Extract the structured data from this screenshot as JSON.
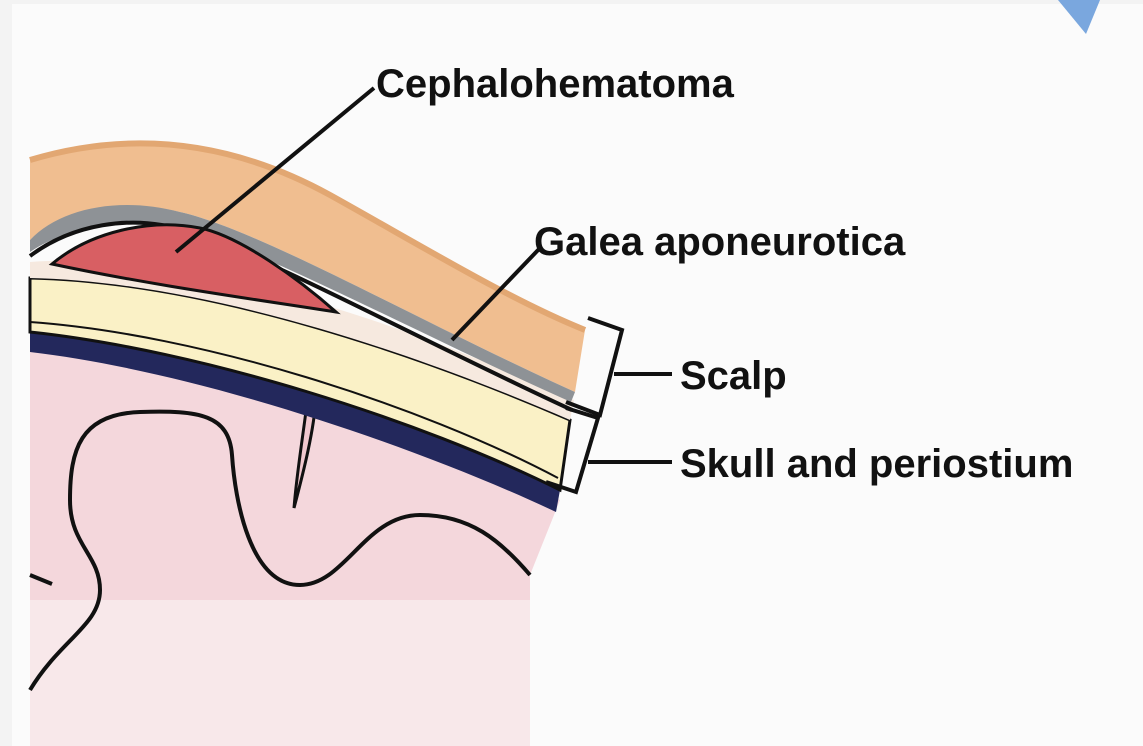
{
  "diagram": {
    "labels": {
      "cephalohematoma": "Cephalohematoma",
      "galea": "Galea aponeurotica",
      "scalp": "Scalp",
      "skull": "Skull and periostium"
    },
    "colors": {
      "page_background": "#f3f3f3",
      "panel_background": "#fbfbfb",
      "scalp": "#f0be90",
      "galea": "#8e9296",
      "subgaleal": "#f6e9df",
      "hematoma": "#d85f63",
      "skull": "#faf1c6",
      "dura": "#23285c",
      "brain": "#f4d7dc",
      "brain_light": "#f8e8ea",
      "outline": "#111111",
      "accent_blue": "#7aa7de"
    }
  }
}
